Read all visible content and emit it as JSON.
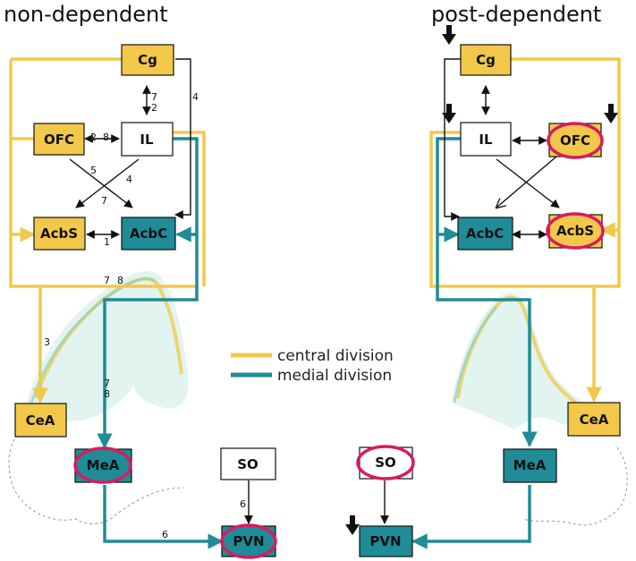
{
  "titles": {
    "left": "non-dependent",
    "right": "post-dependent"
  },
  "legend": {
    "central": "central division",
    "medial": "medial division"
  },
  "colors": {
    "central": "#f3c84a",
    "medial": "#1f8c98",
    "highlight": "#d81b60",
    "white": "#ffffff",
    "line": "#111111"
  },
  "nodes": {
    "left": {
      "cg": "Cg",
      "il": "IL",
      "ofc": "OFC",
      "acbs": "AcbS",
      "acbc": "AcbC",
      "cea": "CeA",
      "mea": "MeA",
      "so": "SO",
      "pvn": "PVN"
    },
    "right": {
      "cg": "Cg",
      "il": "IL",
      "ofc": "OFC",
      "acbs": "AcbS",
      "acbc": "AcbC",
      "cea": "CeA",
      "mea": "MeA",
      "so": "SO",
      "pvn": "PVN"
    }
  },
  "numbers": {
    "cg_il_7": "7",
    "cg_il_2": "2",
    "cg_acbc_4": "4",
    "ofc_il_2": "2",
    "ofc_il_8": "8",
    "cross_5": "5",
    "cross_4": "4",
    "cross_7": "7",
    "acb_1": "1",
    "central_7": "7",
    "central_8": "8",
    "cea_3": "3",
    "mea_7": "7",
    "mea_8": "8",
    "so_pvn_6": "6",
    "mea_pvn_6": "6"
  }
}
